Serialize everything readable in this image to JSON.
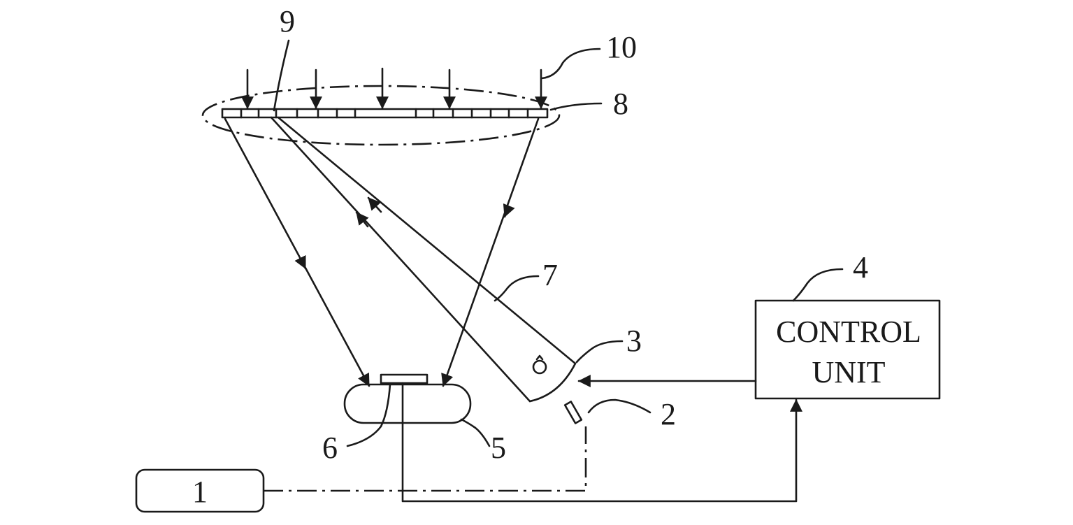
{
  "labels": {
    "l1": "1",
    "l2": "2",
    "l3": "3",
    "l4": "4",
    "l5": "5",
    "l6": "6",
    "l7": "7",
    "l8": "8",
    "l9": "9",
    "l10": "10"
  },
  "control_unit": {
    "line1": "CONTROL",
    "line2": "UNIT"
  }
}
